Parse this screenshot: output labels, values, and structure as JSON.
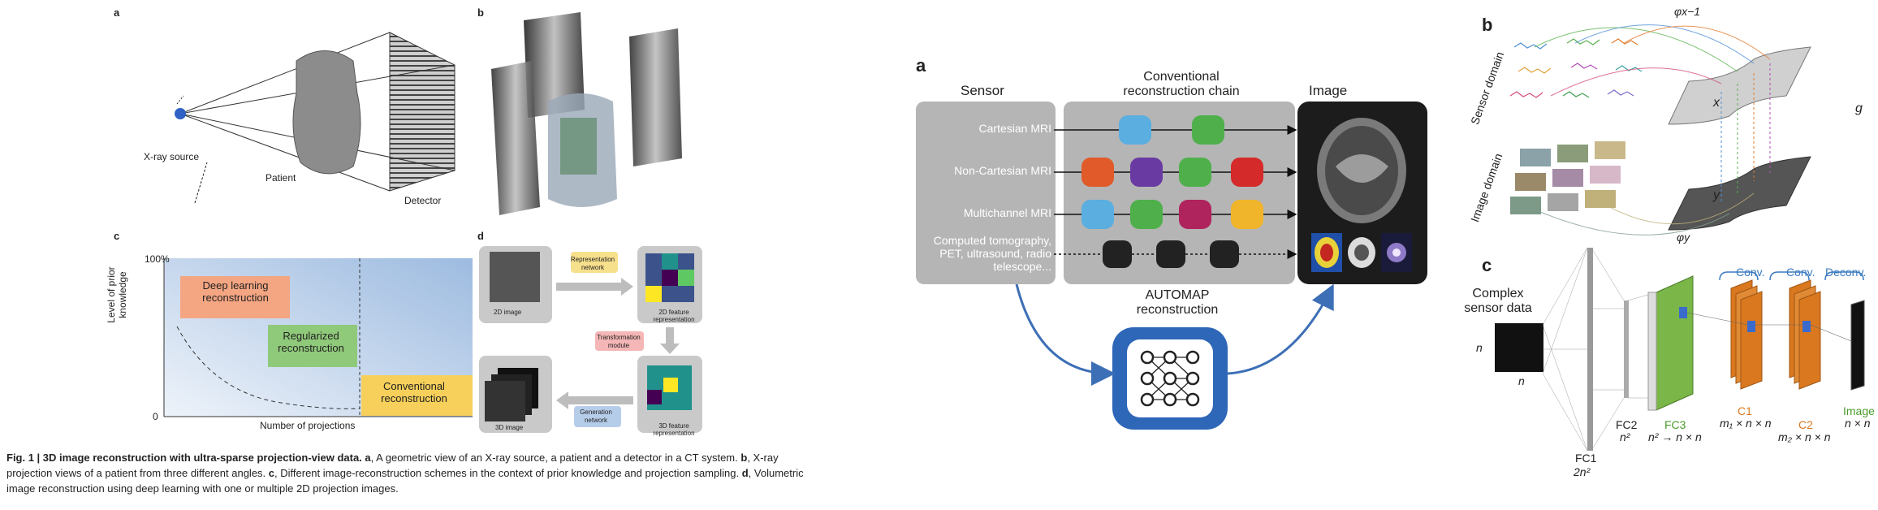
{
  "left_figure": {
    "panel_labels": {
      "a": "a",
      "b": "b",
      "c": "c",
      "d": "d"
    },
    "panel_a": {
      "source": "X-ray source",
      "patient": "Patient",
      "detector": "Detector"
    },
    "panel_c": {
      "y_top": "100%",
      "y_bottom": "0",
      "ylabel": "Level of prior knowledge",
      "xlabel": "Number of projections",
      "boxes": {
        "deep": "Deep learning reconstruction",
        "regularized": "Regularized reconstruction",
        "conventional": "Conventional reconstruction"
      }
    },
    "panel_d": {
      "img2d": "2D image",
      "feat2d": "2D feature representation",
      "feat3d": "3D feature representation",
      "img3d": "3D image",
      "rep_net": "Representation network",
      "transform": "Transformation module",
      "gen_net": "Generation network"
    },
    "caption": {
      "title": "Fig. 1 | 3D image reconstruction with ultra-sparse projection-view data.",
      "a_label": "a",
      "a_text": ", A geometric view of an X-ray source, a patient and a detector in a CT system.",
      "b_label": "b",
      "b_text": ", X-ray projection views of a patient from three different angles.",
      "c_label": "c",
      "c_text": ", Different image-reconstruction schemes in the context of prior knowledge and projection sampling.",
      "d_label": "d",
      "d_text": ", Volumetric image reconstruction using deep learning with one or multiple 2D projection images."
    }
  },
  "right_figure": {
    "panel_labels": {
      "a": "a",
      "b": "b",
      "c": "c"
    },
    "panel_a": {
      "sensor": "Sensor",
      "chain_title": "Conventional reconstruction chain",
      "image": "Image",
      "rows": [
        "Cartesian MRI",
        "Non-Cartesian MRI",
        "Multichannel MRI",
        "Computed tomography, PET, ultrasound, radio telescope..."
      ],
      "automap": "AUTOMAP reconstruction"
    },
    "panel_b": {
      "sensor_domain": "Sensor domain",
      "image_domain": "Image domain",
      "phi_x_inv": "φx−1",
      "phi_y": "φy",
      "x": "x",
      "y": "y",
      "g": "g"
    },
    "panel_c": {
      "complex": "Complex sensor data",
      "n1": "n",
      "n2": "n",
      "conv1": "Conv.",
      "conv2": "Conv.",
      "deconv": "Deconv.",
      "fc1": "FC1",
      "fc1_dim": "2n²",
      "fc2": "FC2",
      "fc2_dim": "n²",
      "fc3": "FC3",
      "fc3_dim": "n² → n × n",
      "c1": "C1",
      "c1_dim": "m₁ × n × n",
      "c2": "C2",
      "c2_dim": "m₂ × n × n",
      "image": "Image",
      "image_dim": "n × n"
    }
  },
  "colors": {
    "blue_arrow": "#3d6fb6",
    "panel_gray": "#b5b5b5",
    "fc3_green": "#7ab648",
    "conv_orange": "#d9781f"
  }
}
